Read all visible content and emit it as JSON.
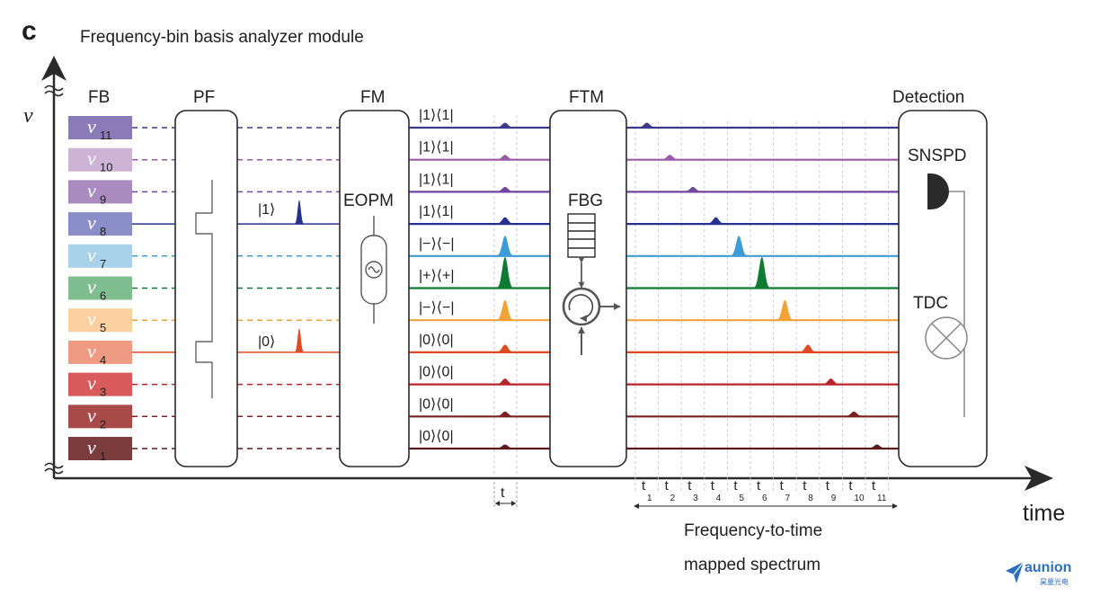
{
  "panel_letter": "c",
  "title": "Frequency-bin basis analyzer module",
  "y_axis_symbol": "v",
  "x_axis_label": "time",
  "headers": {
    "fb": "FB",
    "pf": "PF",
    "fm": "FM",
    "ftm": "FTM",
    "detection": "Detection"
  },
  "components": {
    "eopm": "EOPM",
    "fbg": "FBG",
    "snspd": "SNSPD",
    "tdc": "TDC"
  },
  "input_states": [
    "|1⟩",
    "|0⟩"
  ],
  "frequency_bins": [
    {
      "label": "v",
      "sub": "11",
      "color": "#8a7bb8",
      "line": "#3d3a8c",
      "state": "|1⟩⟨1|"
    },
    {
      "label": "v",
      "sub": "10",
      "color": "#cdb3d6",
      "line": "#9b5aa8",
      "state": "|1⟩⟨1|"
    },
    {
      "label": "v",
      "sub": "9",
      "color": "#a98bbf",
      "line": "#7046a0",
      "state": "|1⟩⟨1|"
    },
    {
      "label": "v",
      "sub": "8",
      "color": "#8a8ec8",
      "line": "#26318f",
      "state": "|1⟩⟨1|"
    },
    {
      "label": "v",
      "sub": "7",
      "color": "#a9d2ea",
      "line": "#3d9cd6",
      "state": "|−⟩⟨−|"
    },
    {
      "label": "v",
      "sub": "6",
      "color": "#7fbe8e",
      "line": "#0f7a32",
      "state": "|+⟩⟨+|"
    },
    {
      "label": "v",
      "sub": "5",
      "color": "#fbd09e",
      "line": "#f3a237",
      "state": "|−⟩⟨−|"
    },
    {
      "label": "v",
      "sub": "4",
      "color": "#ef9a82",
      "line": "#df4a22",
      "state": "|0⟩⟨0|"
    },
    {
      "label": "v",
      "sub": "3",
      "color": "#d95a5a",
      "line": "#b8242a",
      "state": "|0⟩⟨0|"
    },
    {
      "label": "v",
      "sub": "2",
      "color": "#a84a48",
      "line": "#7e1e20",
      "state": "|0⟩⟨0|"
    },
    {
      "label": "v",
      "sub": "1",
      "color": "#7a3c3c",
      "line": "#5a1a1a",
      "state": "|0⟩⟨0|"
    }
  ],
  "pulse_colors": [
    "#3d3a8c",
    "#9b5aa8",
    "#7046a0",
    "#26318f",
    "#3d9cd6",
    "#0f7a32",
    "#f3a237",
    "#df4a22",
    "#b8242a",
    "#7e1e20",
    "#5a1a1a"
  ],
  "time_bin_label": "t",
  "time_slots": [
    "1",
    "2",
    "3",
    "4",
    "5",
    "6",
    "7",
    "8",
    "9",
    "10",
    "11"
  ],
  "spectrum_caption": [
    "Frequency-to-time",
    "mapped spectrum"
  ],
  "watermark": {
    "word": "aunion",
    "sub": "昊量光电"
  }
}
